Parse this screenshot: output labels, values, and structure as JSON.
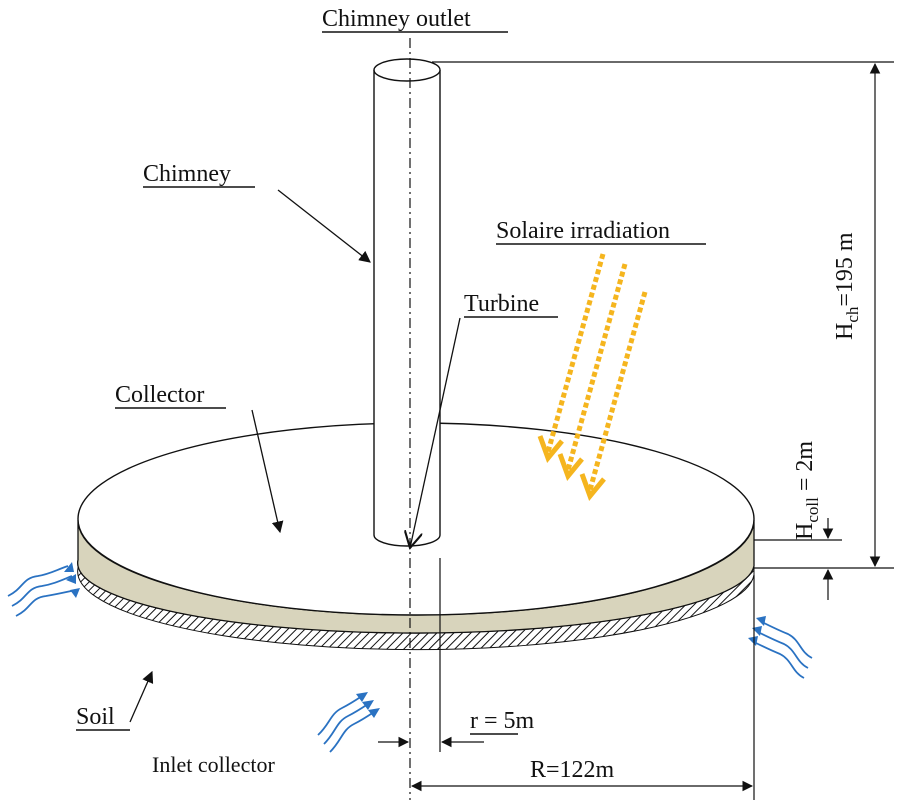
{
  "labels": {
    "chimney_outlet": "Chimney outlet",
    "chimney": "Chimney",
    "solar_irradiation": "Solaire irradiation",
    "turbine": "Turbine",
    "collector": "Collector",
    "soil": "Soil",
    "inlet_collector": "Inlet collector",
    "r_small": "r = 5m",
    "r_big": "R=122m",
    "h_chimney": {
      "base": "H",
      "sub": "ch",
      "value": "=195 m"
    },
    "h_collector": {
      "base": "H",
      "sub": "coll",
      "value": " = 2m"
    }
  },
  "colors": {
    "line": "#111111",
    "collector_rim": "#d8d4bc",
    "irradiation": "#f5b51e",
    "airflow": "#2a72c2",
    "background": "#ffffff"
  }
}
